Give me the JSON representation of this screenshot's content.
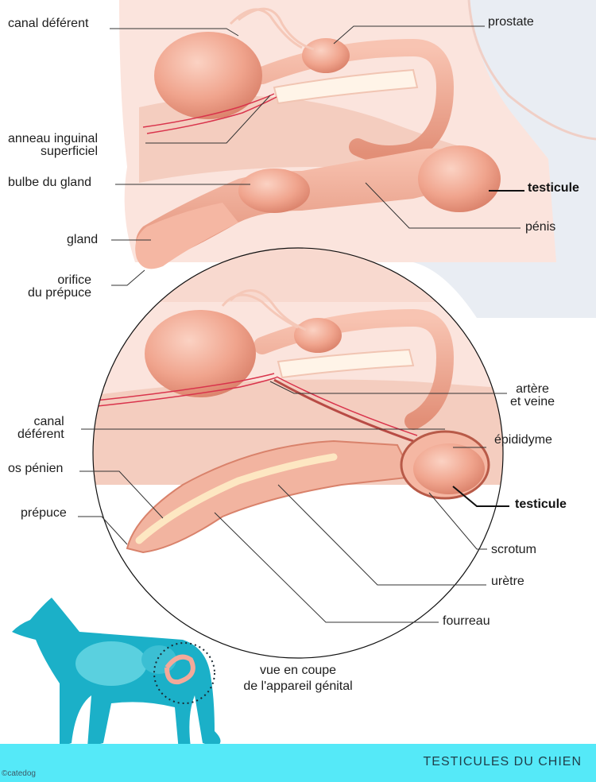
{
  "title": "TESTICULES DU CHIEN",
  "credit": "©catedog",
  "caption": [
    "vue en coupe",
    "de l'appareil génital"
  ],
  "labels": {
    "canal_deferent_top": "canal déférent",
    "prostate": "prostate",
    "anneau_inguinal": [
      "anneau inguinal",
      "superficiel"
    ],
    "bulbe_du_gland": "bulbe du gland",
    "testicule_top": "testicule",
    "gland": "gland",
    "penis": "pénis",
    "orifice_prepuce": [
      "orifice",
      "du prépuce"
    ],
    "artere_veine": [
      "artère",
      "et veine"
    ],
    "canal_deferent_inset": [
      "canal",
      "déférent"
    ],
    "epididyme": "épididyme",
    "os_penien": "os pénien",
    "testicule_inset": "testicule",
    "prepuce": "prépuce",
    "scrotum": "scrotum",
    "uretre": "urètre",
    "fourreau": "fourreau"
  },
  "colors": {
    "skin_light": "#fbe3dc",
    "skin_mid": "#f3c9bb",
    "organ": "#eea088",
    "organ_light": "#f7bfac",
    "organ_dark": "#d9826b",
    "bone": "#fde7c2",
    "vessel": "#d9344c",
    "shadow_blue": "#dde4ec",
    "dog": "#1bb0c8",
    "footer": "#55e9f8",
    "leader": "#333333"
  }
}
